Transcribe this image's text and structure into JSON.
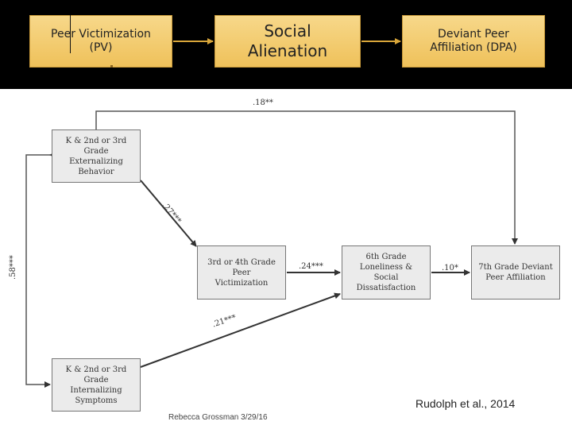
{
  "header": {
    "box1": {
      "line1": "Peer Victimization",
      "line2": "(PV)"
    },
    "box2": {
      "line1": "Social",
      "line2": "Alienation"
    },
    "box3": {
      "line1": "Deviant Peer",
      "line2": "Affiliation (DPA)"
    }
  },
  "diagram": {
    "boxes": {
      "externalizing": "K & 2nd or 3rd Grade\nExternalizing\nBehavior",
      "victimization": "3rd or 4th Grade\nPeer\nVictimization",
      "loneliness": "6th Grade\nLoneliness &\nSocial\nDissatisfaction",
      "deviant": "7th Grade Deviant\nPeer Affiliation",
      "internalizing": "K & 2nd or 3rd Grade\nInternalizing\nSymptoms"
    },
    "coefficients": {
      "ext_to_dev": ".18**",
      "ext_to_pv": ".27***",
      "pv_to_lon": ".24***",
      "lon_to_dev": ".10*",
      "int_to_lon": ".21***",
      "ext_int_corr": ".58***"
    }
  },
  "citation": "Rudolph et al., 2014",
  "footer": "Rebecca Grossman 3/29/16",
  "colors": {
    "header_band": "#000000",
    "header_box": "#f3cb6f",
    "diagram_box": "#ebebeb"
  }
}
